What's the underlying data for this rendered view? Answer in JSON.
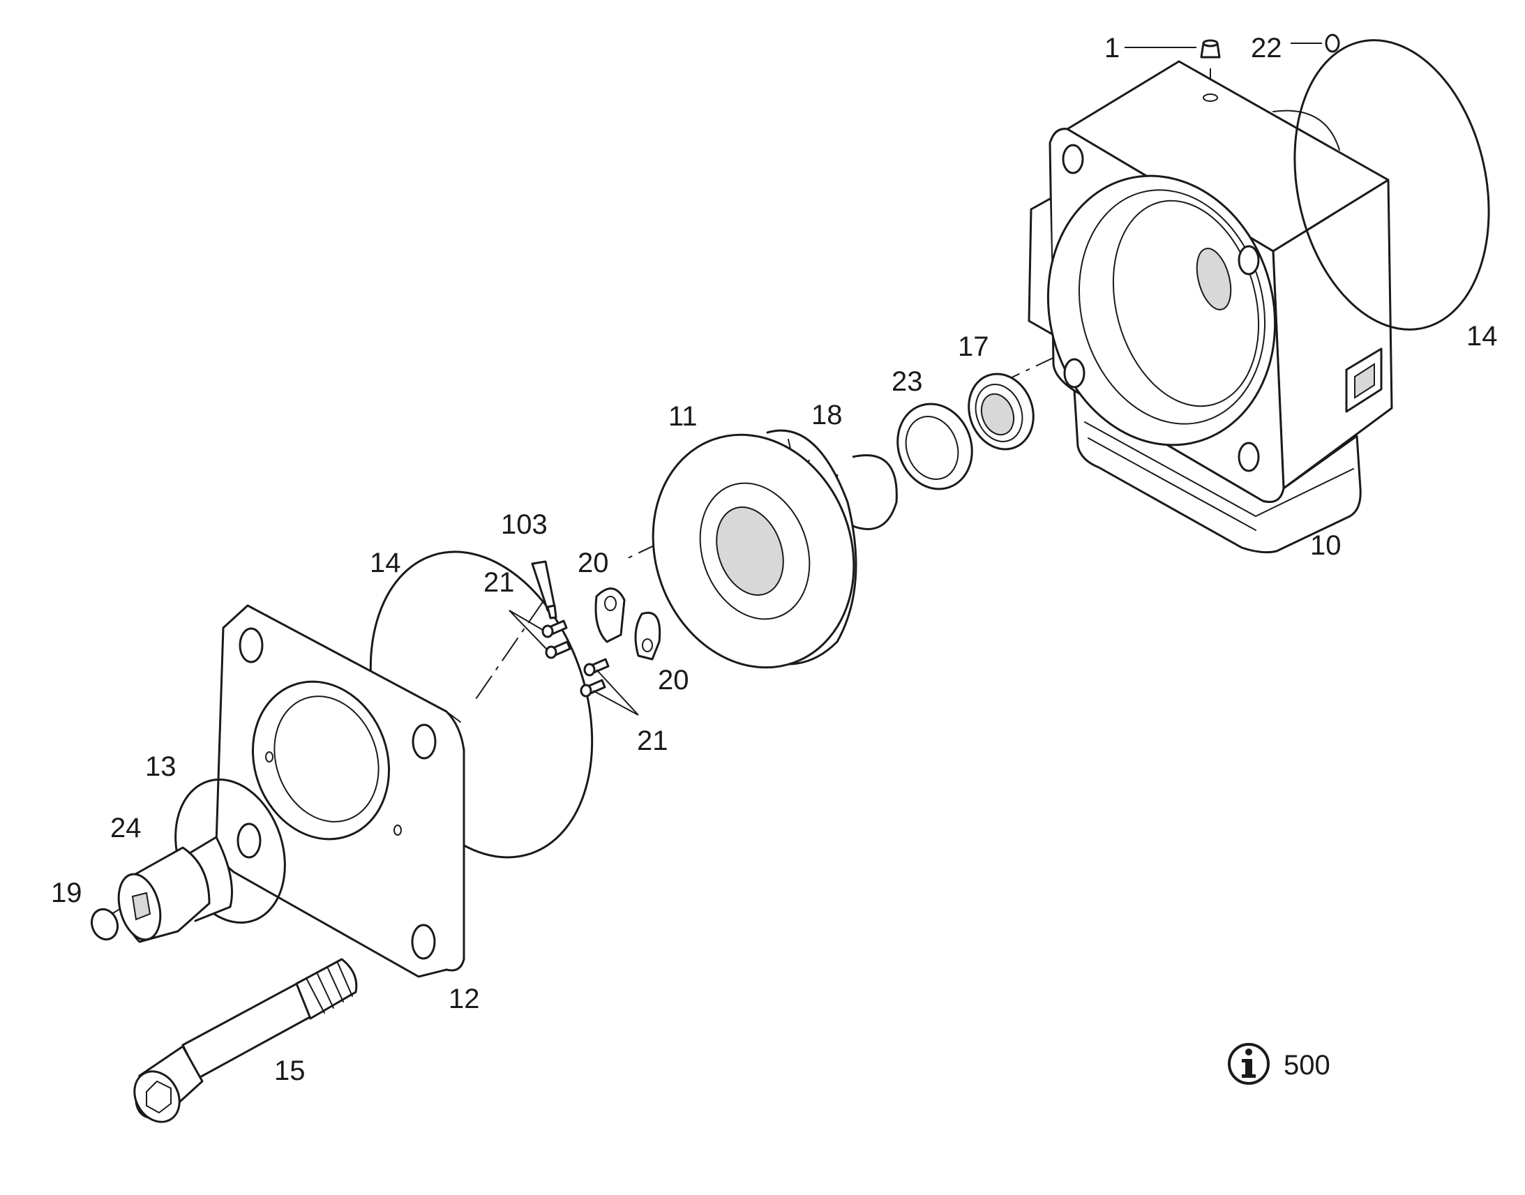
{
  "labels": {
    "l1": "1",
    "l22": "22",
    "l14a": "14",
    "l17": "17",
    "l23": "23",
    "l18": "18",
    "l11": "11",
    "l10": "10",
    "l103": "103",
    "l14b": "14",
    "l20a": "20",
    "l21a": "21",
    "l20b": "20",
    "l21b": "21",
    "l13": "13",
    "l24": "24",
    "l19": "19",
    "l12": "12",
    "l15": "15"
  },
  "info": {
    "icon": "info-icon",
    "value": "500"
  }
}
